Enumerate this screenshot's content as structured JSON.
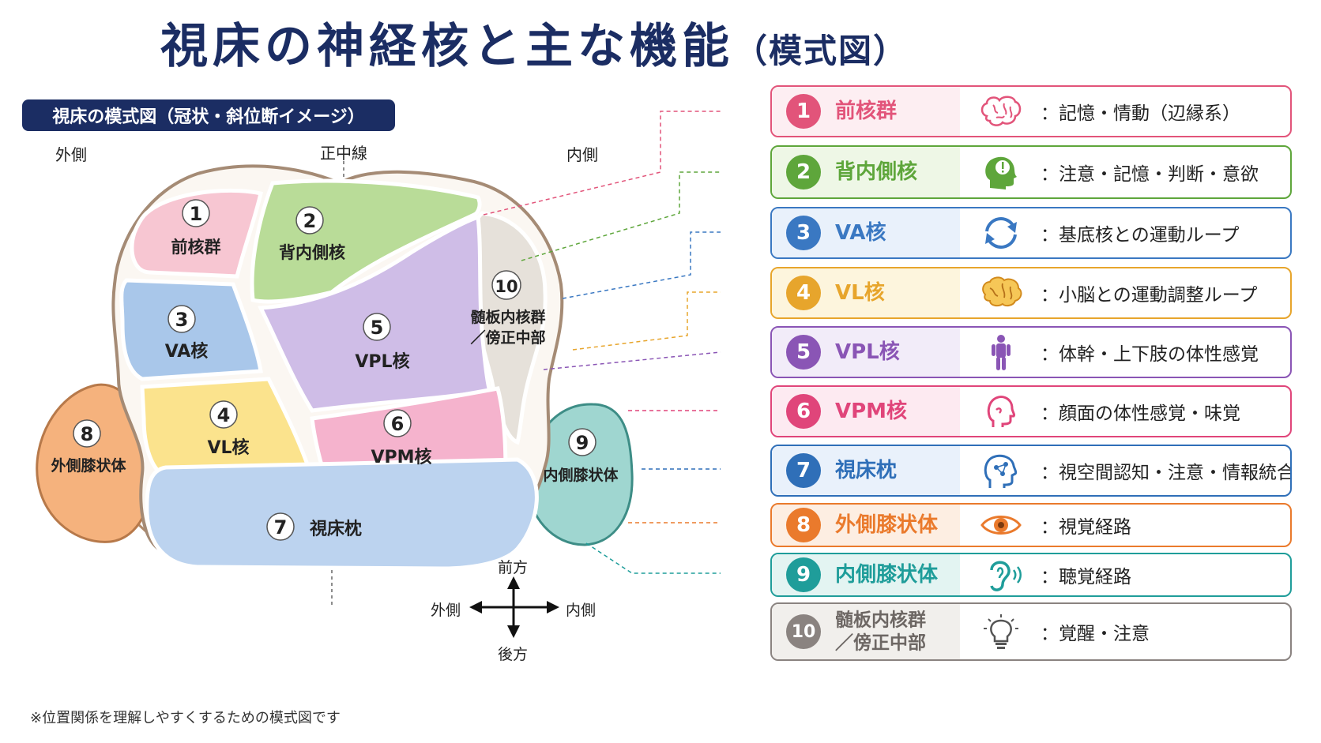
{
  "title": "視床の神経核と主な機能",
  "title_sub": "（模式図）",
  "panel_label": "視床の模式図（冠状・斜位断イメージ）",
  "orientation": {
    "lateral": "外側",
    "midline": "正中線",
    "medial": "内側"
  },
  "compass": {
    "anterior": "前方",
    "posterior": "後方",
    "lateral": "外側",
    "medial": "内側"
  },
  "footnote": "※位置関係を理解しやすくするための模式図です",
  "nuclei": [
    {
      "num": "1",
      "name": "前核群",
      "function": "：記憶・情動（辺縁系）",
      "icon": "brain-icon",
      "color": "#e2547a",
      "fill": "#f7c6d2",
      "bg": "#fdeef2"
    },
    {
      "num": "2",
      "name": "背内側核",
      "function": "：注意・記憶・判断・意欲",
      "icon": "head-exclamation-icon",
      "color": "#5ea63b",
      "fill": "#b9dc98",
      "bg": "#eef7e6"
    },
    {
      "num": "3",
      "name": "VA核",
      "function": "：基底核との運動ループ",
      "icon": "cycle-arrows-icon",
      "color": "#3a78c2",
      "fill": "#a9c7ea",
      "bg": "#e9f1fb"
    },
    {
      "num": "4",
      "name": "VL核",
      "function": "：小脳との運動調整ループ",
      "icon": "cerebellum-icon",
      "color": "#e7a52c",
      "fill": "#fbe38d",
      "bg": "#fdf5dd"
    },
    {
      "num": "5",
      "name": "VPL核",
      "function": "：体幹・上下肢の体性感覚",
      "icon": "body-icon",
      "color": "#8a55b5",
      "fill": "#cfbde7",
      "bg": "#f2ecf9"
    },
    {
      "num": "6",
      "name": "VPM核",
      "function": "：顔面の体性感覚・味覚",
      "icon": "face-profile-icon",
      "color": "#e0457a",
      "fill": "#f5b3cd",
      "bg": "#fdeaf1"
    },
    {
      "num": "7",
      "name": "視床枕",
      "function": "：視空間認知・注意・情報統合",
      "icon": "head-network-icon",
      "color": "#2f6fb8",
      "fill": "#bcd3ef",
      "bg": "#e9f1fb"
    },
    {
      "num": "8",
      "name": "外側膝状体",
      "function": "：視覚経路",
      "icon": "eye-icon",
      "color": "#ea7a2c",
      "fill": "#f5b27d",
      "bg": "#fdeee2"
    },
    {
      "num": "9",
      "name": "内側膝状体",
      "function": "：聴覚経路",
      "icon": "ear-icon",
      "color": "#1f9d9a",
      "fill": "#9fd6d0",
      "bg": "#e3f4f2"
    },
    {
      "num": "10",
      "name": "髄板内核群\n／傍正中部",
      "function": "：覚醒・注意",
      "icon": "lightbulb-icon",
      "color": "#8a8380",
      "fill": "#e6e1da",
      "bg": "#f1efec"
    }
  ],
  "diagram_labels": {
    "n1": "前核群",
    "n2": "背内側核",
    "n3": "VA核",
    "n4": "VL核",
    "n5": "VPL核",
    "n6": "VPM核",
    "n7": "視床枕",
    "n8": "外側膝状体",
    "n9": "内側膝状体",
    "n10_line1": "髄板内核群",
    "n10_line2": "／傍正中部"
  }
}
